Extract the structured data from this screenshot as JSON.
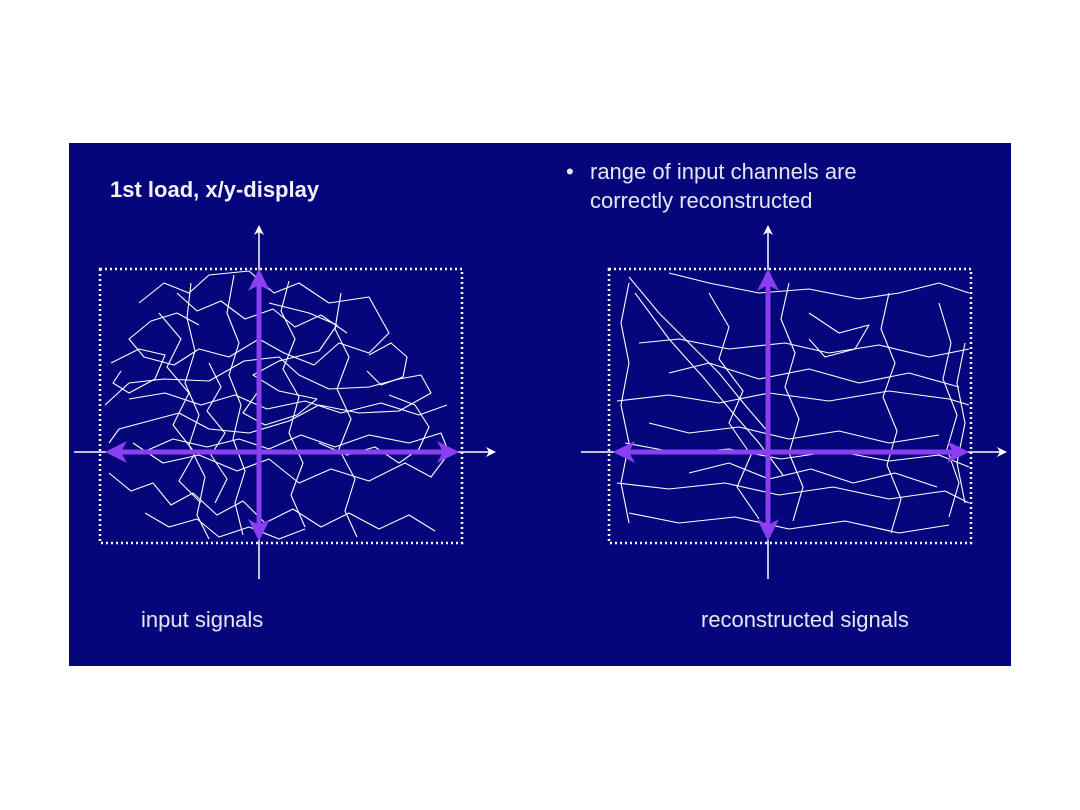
{
  "title": "1st load, x/y-display",
  "bullet": {
    "symbol": "•",
    "text": "range of input channels are correctly reconstructed"
  },
  "panels": [
    {
      "label": "input signals"
    },
    {
      "label": "reconstructed signals"
    }
  ],
  "colors": {
    "background": "#06067c",
    "trace": "#ffffff",
    "range_arrows": "#8a3ff0",
    "axes": "#ffffff",
    "range_box": "#ffffff"
  }
}
